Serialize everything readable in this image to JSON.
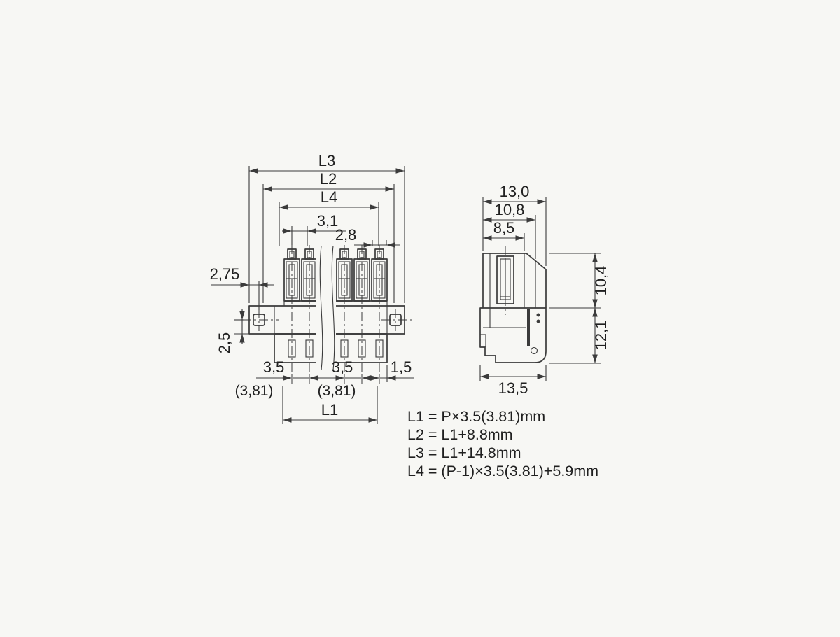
{
  "drawing": {
    "background": "#f7f7f4",
    "ink": "#3b3b3b",
    "description": "Two-view dimensional drawing of a multi-pole pluggable terminal-block connector"
  },
  "front_view": {
    "top_dims": {
      "l3": "L3",
      "l2": "L2",
      "l4": "L4",
      "d_3_1": "3,1",
      "d_2_8": "2,8"
    },
    "left_dims": {
      "d_2_75": "2,75",
      "d_2_5": "2,5"
    },
    "bottom_dims": {
      "pitch_left": "3,5",
      "pitch_left_alt": "(3,81)",
      "pitch_right": "3,5",
      "pitch_right_alt": "(3,81)",
      "d_1_5": "1,5",
      "l1": "L1"
    }
  },
  "side_view": {
    "top_dims": {
      "d_13_0": "13,0",
      "d_10_8": "10,8",
      "d_8_5": "8,5"
    },
    "right_dims": {
      "d_10_4": "10,4",
      "d_12_1": "12,1"
    },
    "bottom_dims": {
      "d_13_5": "13,5"
    }
  },
  "formulas": {
    "l1": "L1 = P×3.5(3.81)mm",
    "l2": "L2 = L1+8.8mm",
    "l3": "L3 = L1+14.8mm",
    "l4": "L4 = (P-1)×3.5(3.81)+5.9mm"
  }
}
